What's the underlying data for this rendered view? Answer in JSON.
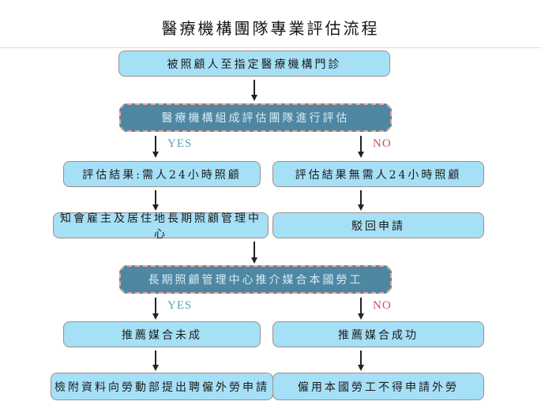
{
  "title": "醫療機構團隊專業評估流程",
  "labels": {
    "yes": "YES",
    "no": "NO"
  },
  "nodes": {
    "start": "被照顧人至指定醫療機構門診",
    "assess": "醫療機構組成評估團隊進行評估",
    "need_care": "評估結果:需人24小時照顧",
    "no_need_care": "評估結果無需人24小時照顧",
    "notify": "知會雇主及居住地長期照顧管理中心",
    "reject": "駁回申請",
    "refer": "長期照顧管理中心推介媒合本國勞工",
    "match_fail": "推薦媒合未成",
    "match_success": "推薦媒合成功",
    "apply_foreign": "檢附資料向勞動部提出聘僱外勞申請",
    "hire_local": "僱用本國勞工不得申請外勞"
  },
  "colors": {
    "light_box_bg": "#a6e0f7",
    "light_box_border": "#9a9086",
    "dark_box_bg": "#4f87a3",
    "dark_box_border": "#efa191",
    "dark_box_text": "#d5ecf5",
    "yes_label": "#55a0b8",
    "no_label": "#c25563",
    "arrow": "#222222"
  }
}
